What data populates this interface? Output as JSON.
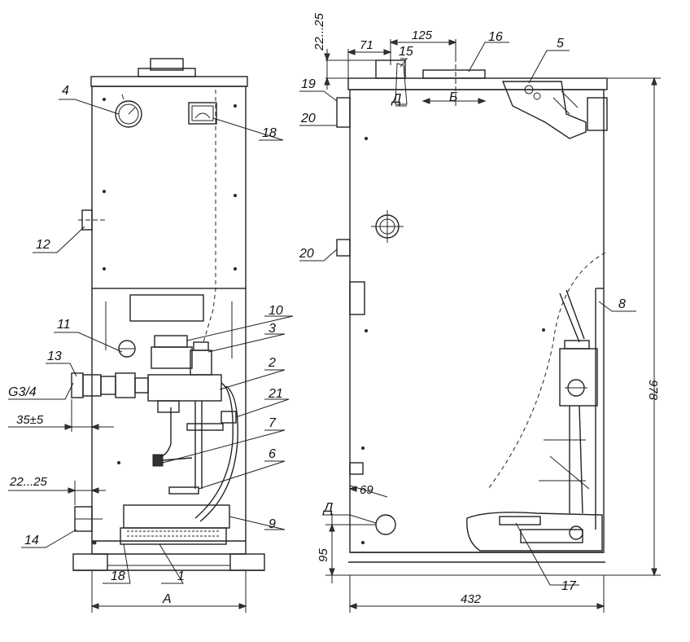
{
  "front_view": {
    "callouts": [
      "4",
      "18",
      "12",
      "11",
      "10",
      "3",
      "13",
      "2",
      "21",
      "7",
      "6",
      "9",
      "14",
      "1"
    ],
    "bottom_left_label": "18",
    "pipe_label": "G3/4",
    "dim_offset": "35±5",
    "dim_gap": "22...25",
    "dim_width": "A"
  },
  "side_view": {
    "callouts": [
      "19",
      "20",
      "15",
      "16",
      "5",
      "Д",
      "Б",
      "20",
      "8",
      "Д",
      "17"
    ],
    "dim_top_gap": "22...25",
    "dim_71": "71",
    "dim_125": "125",
    "dim_height": "978",
    "dim_69": "69",
    "dim_95": "95",
    "dim_depth": "432"
  }
}
